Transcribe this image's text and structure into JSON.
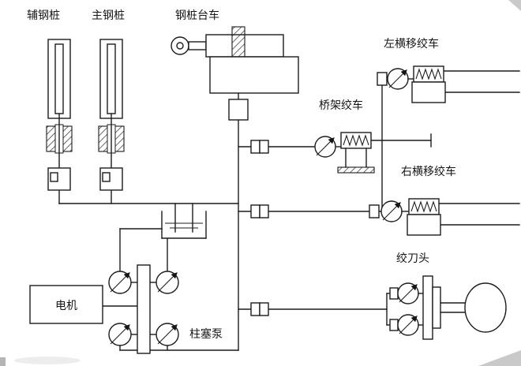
{
  "page": {
    "background": "#ffffff",
    "line_color": "#1c1c1c"
  },
  "labels": {
    "aux_pile": "辅钢桩",
    "main_pile": "主钢桩",
    "pile_carriage": "钢桩台车",
    "left_traverse_winch": "左横移绞车",
    "bridge_winch": "桥架绞车",
    "right_traverse_winch": "右横移绞车",
    "cutter_head": "绞刀头",
    "motor": "电机",
    "plunger_pump": "柱塞泵"
  },
  "components": [
    {
      "name": "aux-pile-assembly",
      "label": "辅钢桩"
    },
    {
      "name": "main-pile-assembly",
      "label": "主钢桩"
    },
    {
      "name": "pile-carriage-assembly",
      "label": "钢桩台车"
    },
    {
      "name": "left-traverse-winch",
      "label": "左横移绞车"
    },
    {
      "name": "bridge-winch",
      "label": "桥架绞车"
    },
    {
      "name": "right-traverse-winch",
      "label": "右横移绞车"
    },
    {
      "name": "cutter-head-assembly",
      "label": "绞刀头"
    },
    {
      "name": "motor-box",
      "label": "电机"
    },
    {
      "name": "pump-group",
      "label": "柱塞泵"
    },
    {
      "name": "oil-tank",
      "label": ""
    }
  ]
}
